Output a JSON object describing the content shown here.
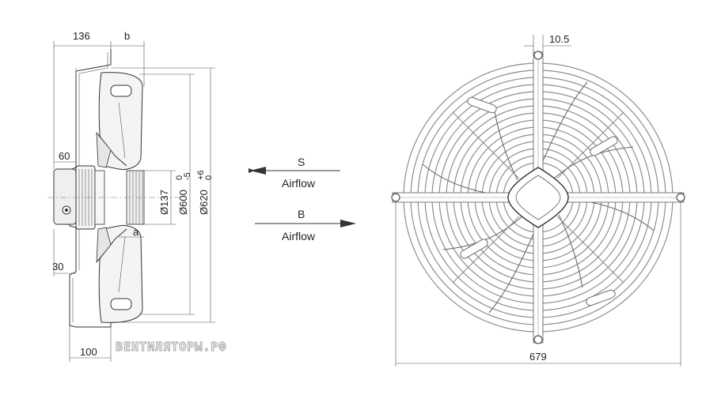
{
  "side_view": {
    "dim_136": "136",
    "dim_b": "b",
    "dim_60": "60",
    "dim_30": "30",
    "dim_100": "100",
    "dim_a": "a",
    "dim_d137": "Ø137",
    "dim_d600": "Ø600",
    "dim_d600_tol_upper": "0",
    "dim_d600_tol_lower": "-5",
    "dim_d620": "Ø620",
    "dim_d620_tol_upper": "+6",
    "dim_d620_tol_lower": "0"
  },
  "airflow": {
    "s_label": "S",
    "s_text": "Airflow",
    "b_label": "B",
    "b_text": "Airflow"
  },
  "front_view": {
    "dim_10_5": "10.5",
    "dim_679": "679"
  },
  "watermark": "ВЕНТИЛЯТОРЫ.РФ"
}
